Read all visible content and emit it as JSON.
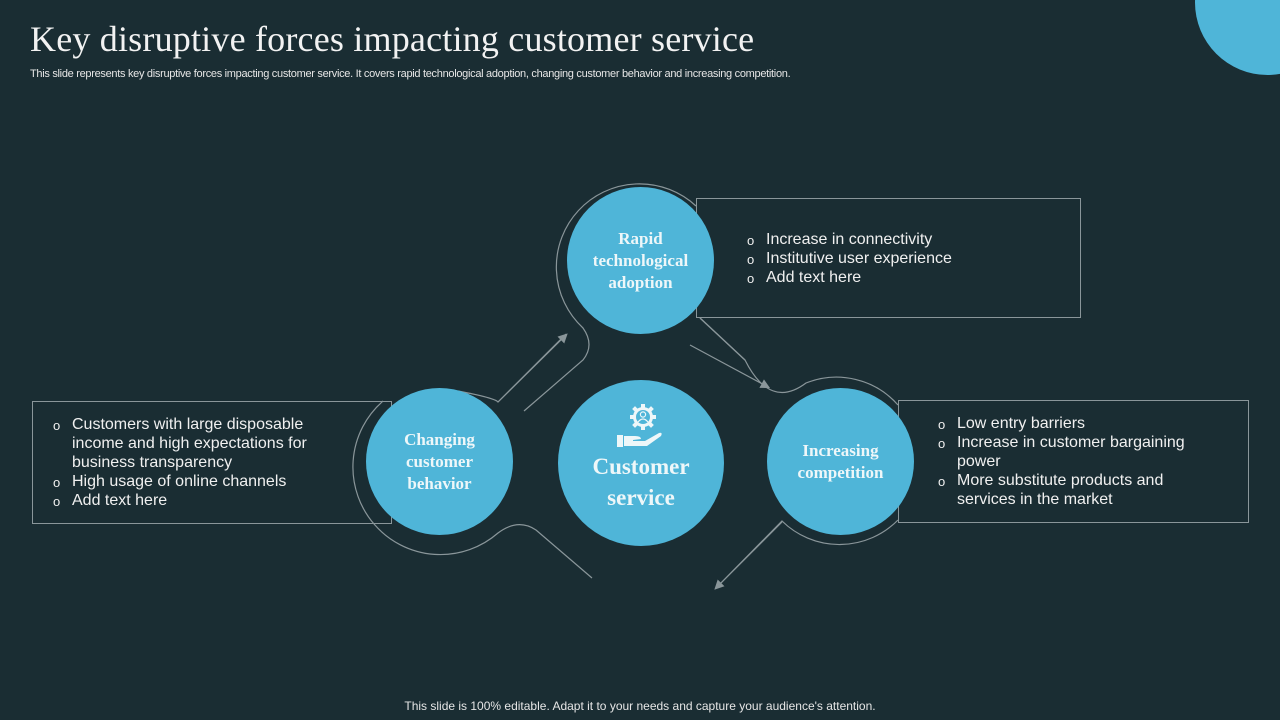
{
  "header": {
    "title": "Key disruptive forces impacting customer service",
    "subtitle": "This slide represents key disruptive forces impacting customer service. It covers rapid technological adoption, changing customer behavior and increasing competition."
  },
  "diagram": {
    "center": {
      "label": "Customer\nservice",
      "icon": "hand-gear-person-icon"
    },
    "forces": [
      {
        "id": "top",
        "label": "Rapid\ntechnological\nadoption",
        "points": [
          "Increase  in connectivity",
          "Institutive  user experience",
          "Add text here"
        ]
      },
      {
        "id": "left",
        "label": "Changing\ncustomer\nbehavior",
        "points": [
          "Customers with large disposable income and high expectations for business transparency",
          "High usage of online channels",
          "Add text here"
        ]
      },
      {
        "id": "right",
        "label": "Increasing\ncompetition",
        "points": [
          "Low entry barriers",
          "Increase  in customer bargaining power",
          "More substitute products and services in the market"
        ]
      }
    ],
    "bullet_glyph": "o",
    "colors": {
      "background": "#1a2d33",
      "accent": "#4fb5d8",
      "outline": "#8a969a"
    }
  },
  "footer": {
    "note": "This slide is 100% editable. Adapt it to your needs and capture your audience's attention."
  }
}
